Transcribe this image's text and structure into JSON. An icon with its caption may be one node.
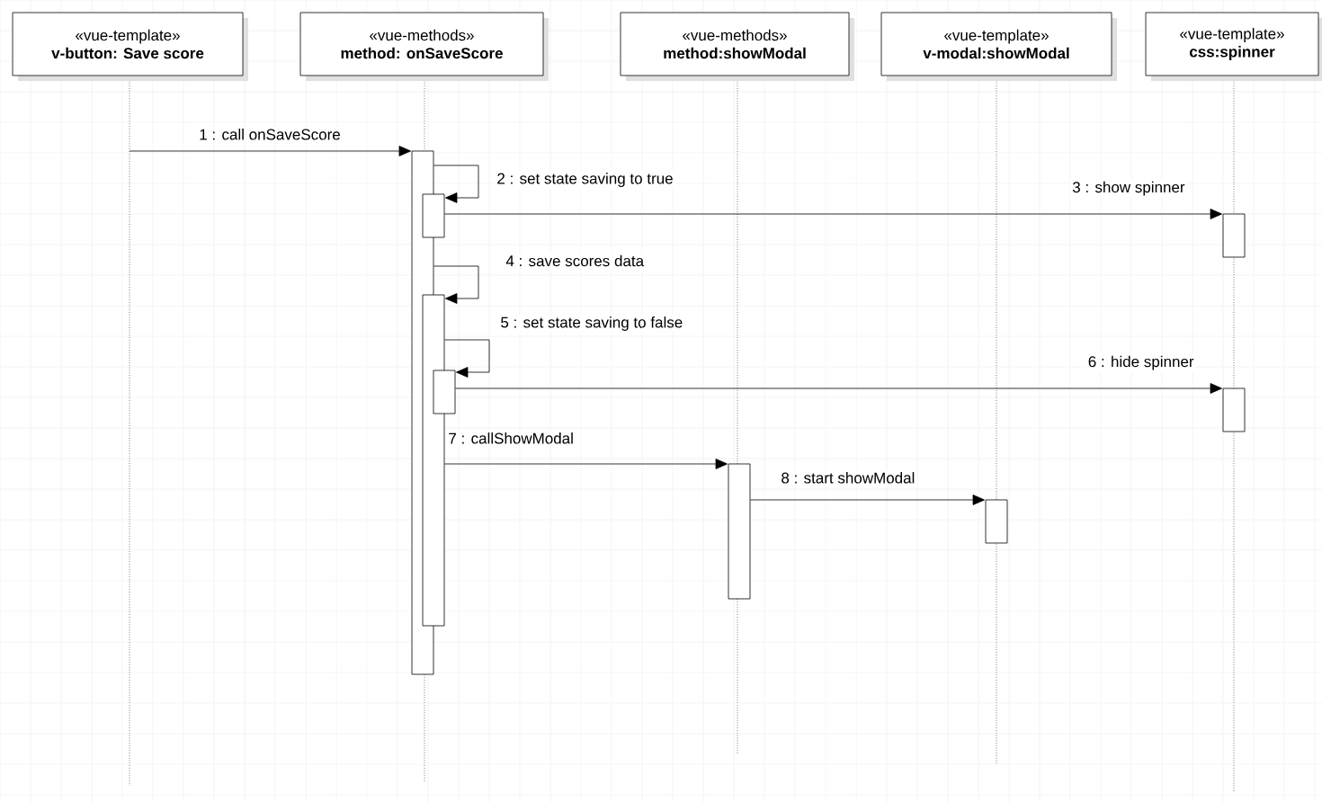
{
  "diagram": {
    "nodes": [
      {
        "text": [
          "«vue-template»",
          "v-button: Save score"
        ]
      },
      {
        "text": [
          "«vue-methods»",
          "method: onSaveScore"
        ]
      },
      {
        "text": [
          "«vue-methods»",
          "method:showModal"
        ]
      },
      {
        "text": [
          "«vue-template»",
          "v-modal:showModal"
        ]
      },
      {
        "text": [
          "«vue-template»",
          "css:spinner"
        ]
      },
      {
        "text": [],
        "shape": "bar"
      },
      {
        "text": [],
        "shape": "bar"
      },
      {
        "text": [],
        "shape": "bar"
      },
      {
        "text": [],
        "shape": "bar"
      },
      {
        "text": [],
        "shape": "bar"
      },
      {
        "text": [],
        "shape": "bar"
      },
      {
        "text": [],
        "shape": "bar"
      },
      {
        "text": [],
        "shape": "bar"
      }
    ],
    "edges": [
      {
        "from": 0,
        "to": 5,
        "arrow": "to",
        "label": "1 : call onSaveScore"
      },
      {
        "from": 5,
        "to": 6,
        "arrow": "to",
        "label": "2 : set state saving to true"
      },
      {
        "from": 6,
        "to": 7,
        "arrow": "to",
        "label": "3 : show spinner"
      },
      {
        "from": 5,
        "to": 8,
        "arrow": "to",
        "label": "4 : save scores data"
      },
      {
        "from": 8,
        "to": 9,
        "arrow": "to",
        "label": "5 : set state saving to false"
      },
      {
        "from": 9,
        "to": 10,
        "arrow": "to",
        "label": "6 : hide spinner"
      },
      {
        "from": 8,
        "to": 11,
        "arrow": "to",
        "label": "7 : callShowModal"
      },
      {
        "from": 11,
        "to": 12,
        "arrow": "to",
        "label": "8 : start showModal"
      }
    ]
  }
}
